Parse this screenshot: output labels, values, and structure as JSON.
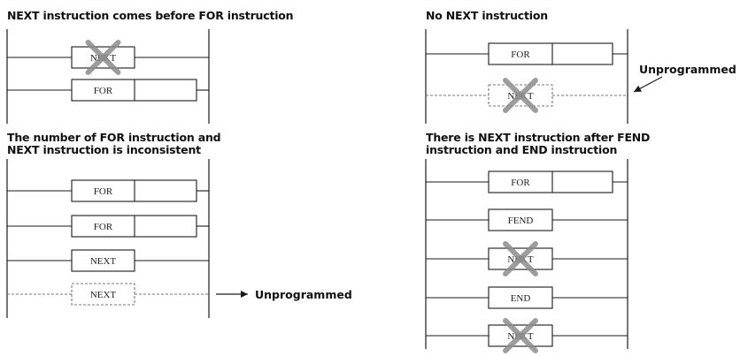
{
  "panels": [
    {
      "title": "NEXT instruction comes before FOR instruction",
      "rungs": [
        {
          "label": "NEXT",
          "crossed": true
        },
        {
          "label": "FOR"
        }
      ]
    },
    {
      "title": "No NEXT instruction",
      "rungs": [
        {
          "label": "FOR"
        },
        {
          "label": "NEXT",
          "crossed": true,
          "dashed": true
        }
      ],
      "note": "Unprogrammed"
    },
    {
      "title": "The number of FOR instruction and\nNEXT instruction is inconsistent",
      "rungs": [
        {
          "label": "FOR"
        },
        {
          "label": "FOR"
        },
        {
          "label": "NEXT"
        },
        {
          "label": "NEXT",
          "dashed": true
        }
      ],
      "note": "Unprogrammed"
    },
    {
      "title": "There is NEXT instruction after FEND\ninstruction and END instruction",
      "rungs": [
        {
          "label": "FOR"
        },
        {
          "label": "FEND"
        },
        {
          "label": "NEXT",
          "crossed": true
        },
        {
          "label": "END"
        },
        {
          "label": "NEXT",
          "crossed": true
        }
      ]
    }
  ],
  "colors": {
    "line": "#1a1a1a",
    "dashed": "#777777",
    "cross": "#8c8c8c"
  }
}
